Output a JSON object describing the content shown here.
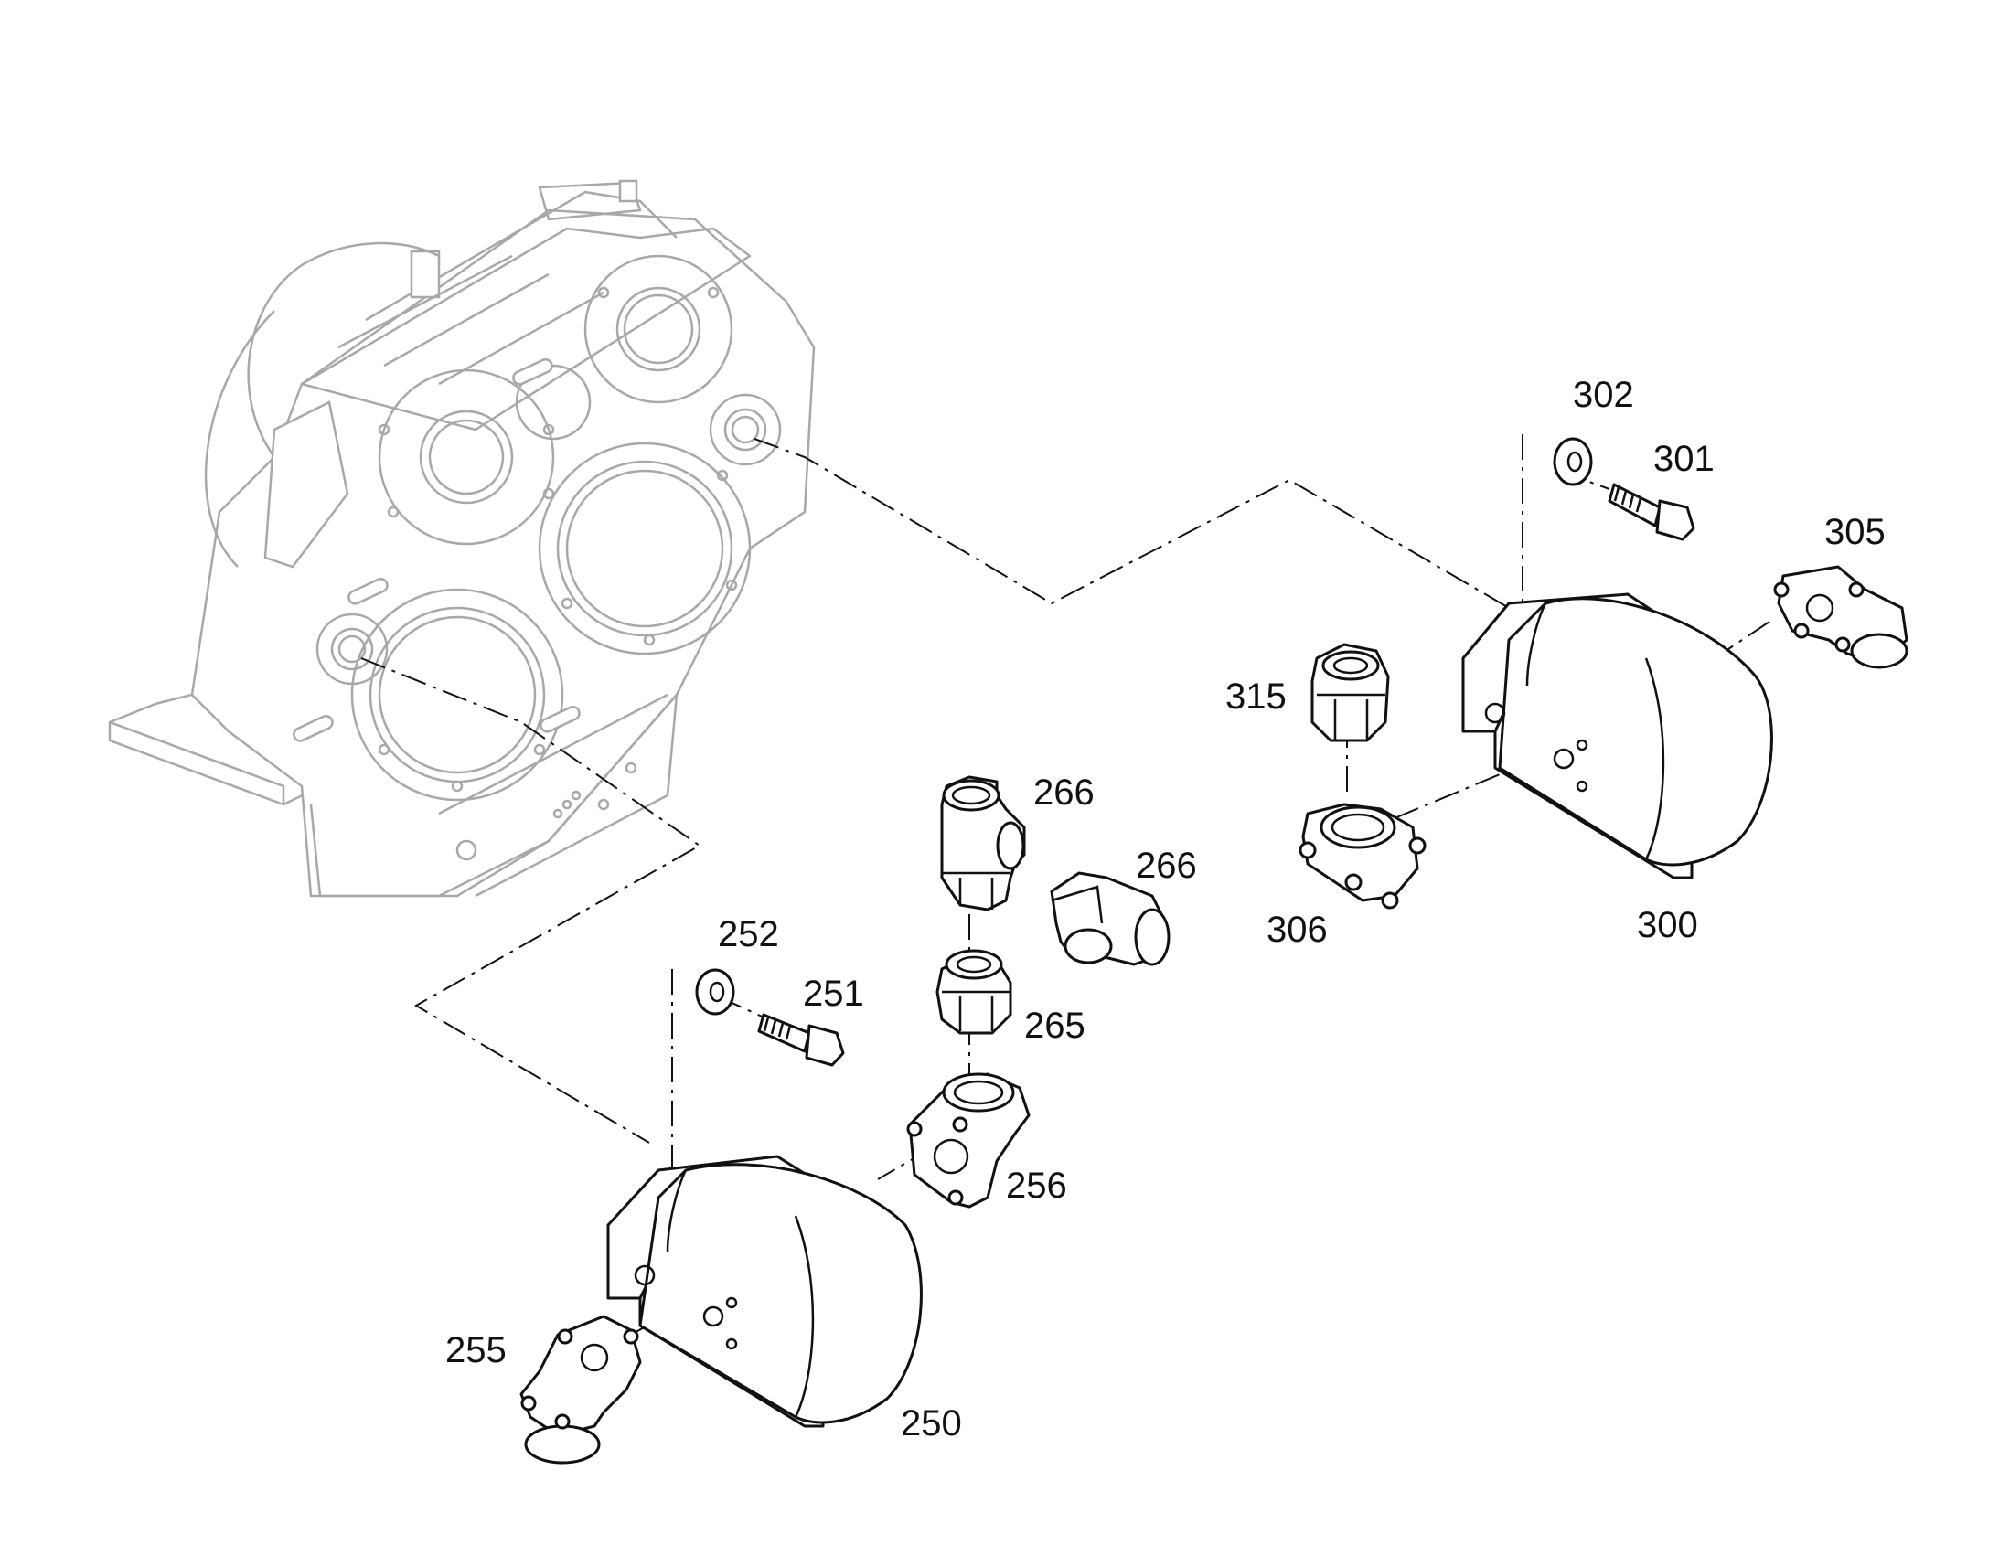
{
  "callouts": [
    {
      "id": "302",
      "text": "302"
    },
    {
      "id": "301",
      "text": "301"
    },
    {
      "id": "305",
      "text": "305"
    },
    {
      "id": "315",
      "text": "315"
    },
    {
      "id": "266a",
      "text": "266"
    },
    {
      "id": "266b",
      "text": "266"
    },
    {
      "id": "306",
      "text": "306"
    },
    {
      "id": "300",
      "text": "300"
    },
    {
      "id": "252",
      "text": "252"
    },
    {
      "id": "251",
      "text": "251"
    },
    {
      "id": "265",
      "text": "265"
    },
    {
      "id": "256",
      "text": "256"
    },
    {
      "id": "255",
      "text": "255"
    },
    {
      "id": "250",
      "text": "250"
    }
  ],
  "colors": {
    "background": "#ffffff",
    "line": "#111111",
    "housing_ghost": "#a8a8a8"
  }
}
